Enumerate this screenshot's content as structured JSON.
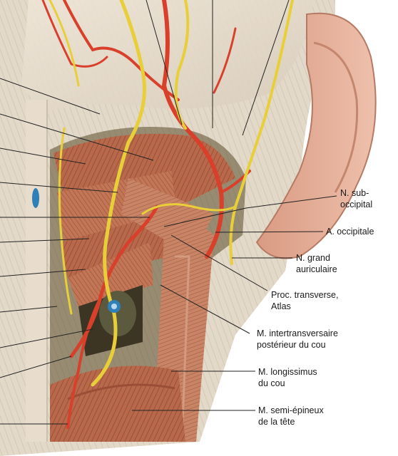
{
  "labels": [
    {
      "id": "n-suboccipital",
      "lines": [
        "N. sub-",
        "occipital"
      ]
    },
    {
      "id": "a-occipitale",
      "lines": [
        "A. occipitale"
      ]
    },
    {
      "id": "n-grand-auriculaire",
      "lines": [
        "N. grand",
        "auriculaire"
      ]
    },
    {
      "id": "proc-transverse",
      "lines": [
        "Proc. transverse,",
        "Atlas"
      ]
    },
    {
      "id": "m-intertransversaire",
      "lines": [
        "M. intertransversaire",
        "postérieur du cou"
      ]
    },
    {
      "id": "m-longissimus",
      "lines": [
        "M. longissimus",
        "du cou"
      ]
    },
    {
      "id": "m-semi-epineux",
      "lines": [
        "M. semi-épineux",
        "de la tête"
      ]
    }
  ],
  "colors": {
    "skin": "#ede4d6",
    "fascia": "#d9cfc0",
    "muscle": "#b86a4c",
    "muscle_dark": "#8c4430",
    "artery": "#d8402c",
    "nerve": "#e8cf3a",
    "vein": "#2f7fb8",
    "ear": "#e6b09a",
    "background": "#ffffff"
  }
}
